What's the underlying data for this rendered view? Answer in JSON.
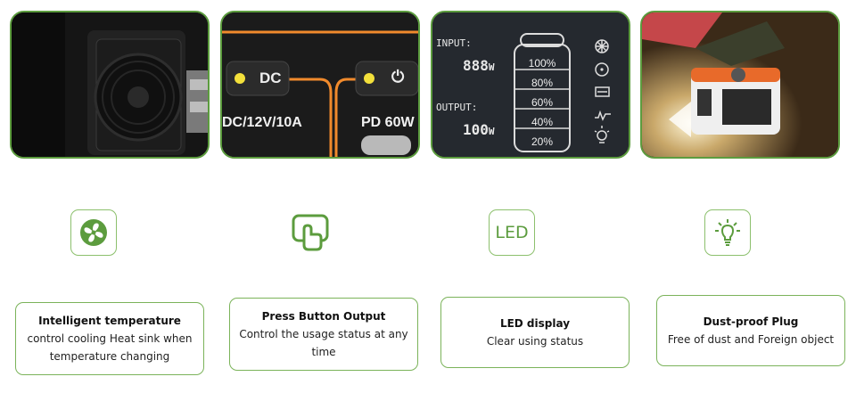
{
  "colors": {
    "brand_green": "#5c9c3e",
    "accent_orange": "#f08a2c",
    "led_yellow": "#f3e03b"
  },
  "photos": {
    "fan": {
      "icon": "cooling-fan-photo"
    },
    "ports": {
      "dc_label": "DC",
      "dc_spec": "DC/12V/10A",
      "pd_spec": "PD 60W",
      "power_icon": "power-icon"
    },
    "display": {
      "input_label": "INPUT:",
      "input_value": "888",
      "input_unit": "W",
      "output_label": "OUTPUT:",
      "output_value": "100",
      "output_unit": "W",
      "battery_levels": [
        "100%",
        "80%",
        "60%",
        "40%",
        "20%"
      ]
    },
    "scene": {
      "icon": "power-station-night-photo"
    }
  },
  "features": [
    {
      "icon": "fan-icon",
      "title": "Intelligent temperature",
      "desc": "control cooling Heat sink when temperature changing"
    },
    {
      "icon": "press-button-icon",
      "title": "Press Button Output",
      "desc": "Control the usage status at any time"
    },
    {
      "icon": "led-icon",
      "icon_text": "LED",
      "title": "LED display",
      "desc": "Clear using status"
    },
    {
      "icon": "bulb-icon",
      "title": "Dust-proof Plug",
      "desc": "Free of dust and Foreign object"
    }
  ]
}
